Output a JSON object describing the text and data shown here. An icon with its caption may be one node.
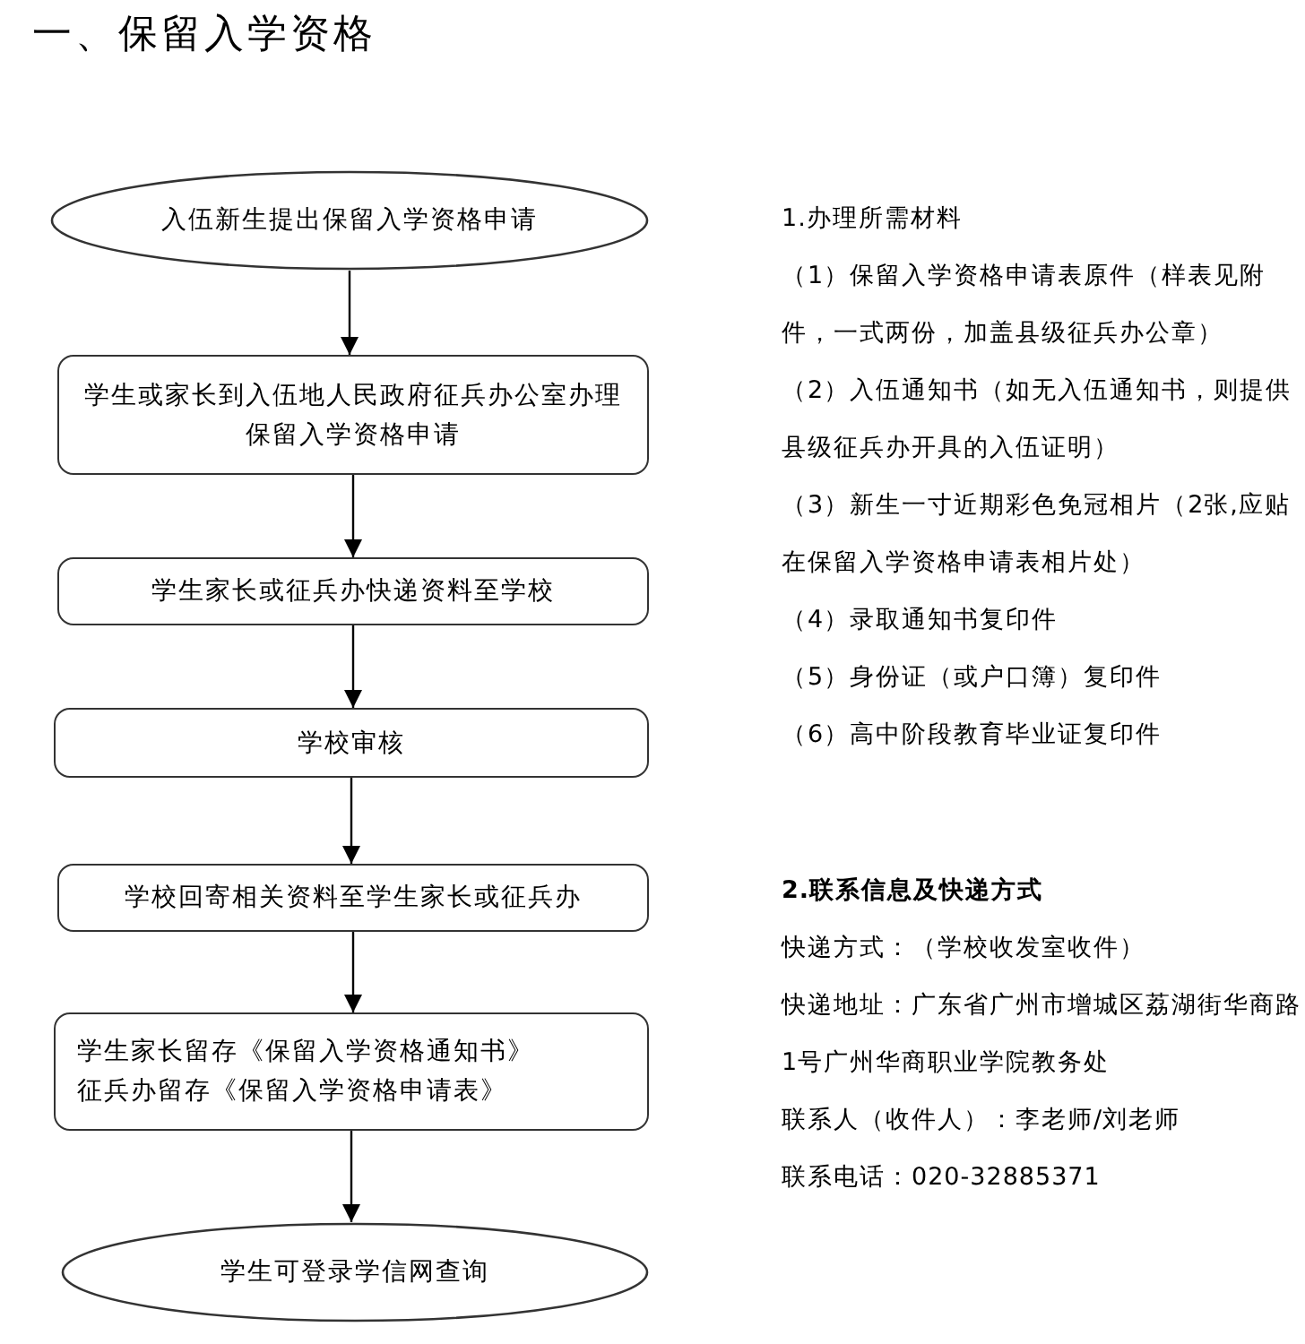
{
  "diagram": {
    "title": "一、保留入学资格",
    "nodes": [
      {
        "text": [
          "入伍新生提出保留入学资格申请"
        ]
      },
      {
        "text": [
          "学生或家长到入伍地人民政府征兵办公室办理保留入学资格申请"
        ]
      },
      {
        "text": [
          "学生家长或征兵办快递资料至学校"
        ]
      },
      {
        "text": [
          "学校审核"
        ]
      },
      {
        "text": [
          "学校回寄相关资料至学生家长或征兵办"
        ]
      },
      {
        "text": [
          "学生家长留存《保留入学资格通知书》",
          "征兵办留存《保留入学资格申请表》"
        ]
      },
      {
        "text": [
          "学生可登录学信网查询"
        ]
      }
    ],
    "edges": [
      {
        "from": 0,
        "to": 1,
        "arrow": "to"
      },
      {
        "from": 1,
        "to": 2,
        "arrow": "to"
      },
      {
        "from": 2,
        "to": 3,
        "arrow": "to"
      },
      {
        "from": 3,
        "to": 4,
        "arrow": "to"
      },
      {
        "from": 4,
        "to": 5,
        "arrow": "to"
      },
      {
        "from": 5,
        "to": 6,
        "arrow": "to"
      }
    ],
    "labels": [
      "1.办理所需材料",
      "（1）保留入学资格申请表原件（样表见附件，一式两份，加盖县级征兵办公章）",
      "（2）入伍通知书（如无入伍通知书，则提供县级征兵办开具的入伍证明）",
      "（3）新生一寸近期彩色免冠相片（2张,应贴在保留入学资格申请表相片处）",
      "（4）录取通知书复印件",
      "（5）身份证（或户口簿）复印件",
      "（6）高中阶段教育毕业证复印件",
      "2.联系信息及快递方式",
      "快递方式：（学校收发室收件）",
      "快递地址：广东省广州市增城区荔湖街华商路1号广州华商职业学院教务处",
      "联系人（收件人）：李老师/刘老师",
      "联系电话：020-32885371"
    ]
  }
}
